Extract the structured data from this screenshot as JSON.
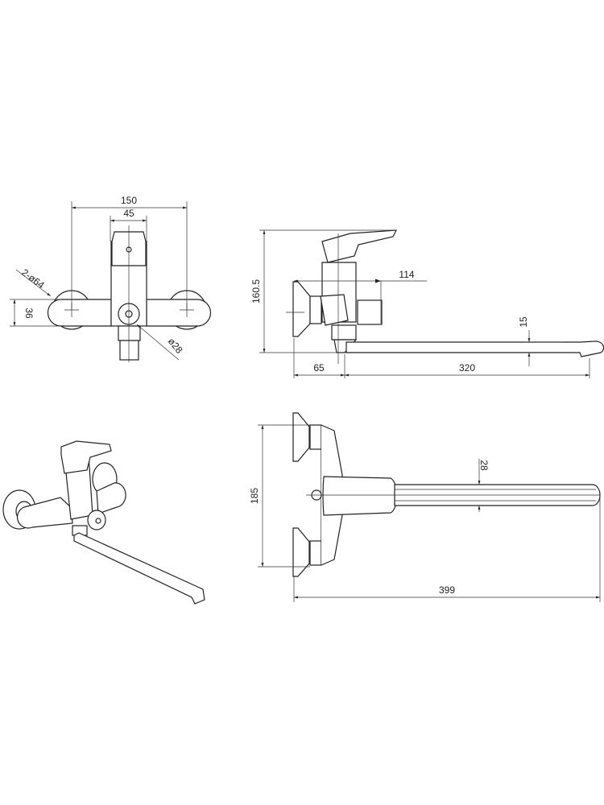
{
  "drawing": {
    "front_view": {
      "width_overall": "150",
      "handle_width": "45",
      "flange_diameter": "2-ø64",
      "arm_height": "36",
      "knob_diameter": "ø28"
    },
    "side_view": {
      "height": "160.5",
      "projection": "114",
      "spout_thickness": "15",
      "wall_to_outlet": "65",
      "spout_reach": "320"
    },
    "top_view": {
      "connection_spacing": "185",
      "spout_width": "28",
      "total_length": "399"
    },
    "line_color": "#222222"
  }
}
